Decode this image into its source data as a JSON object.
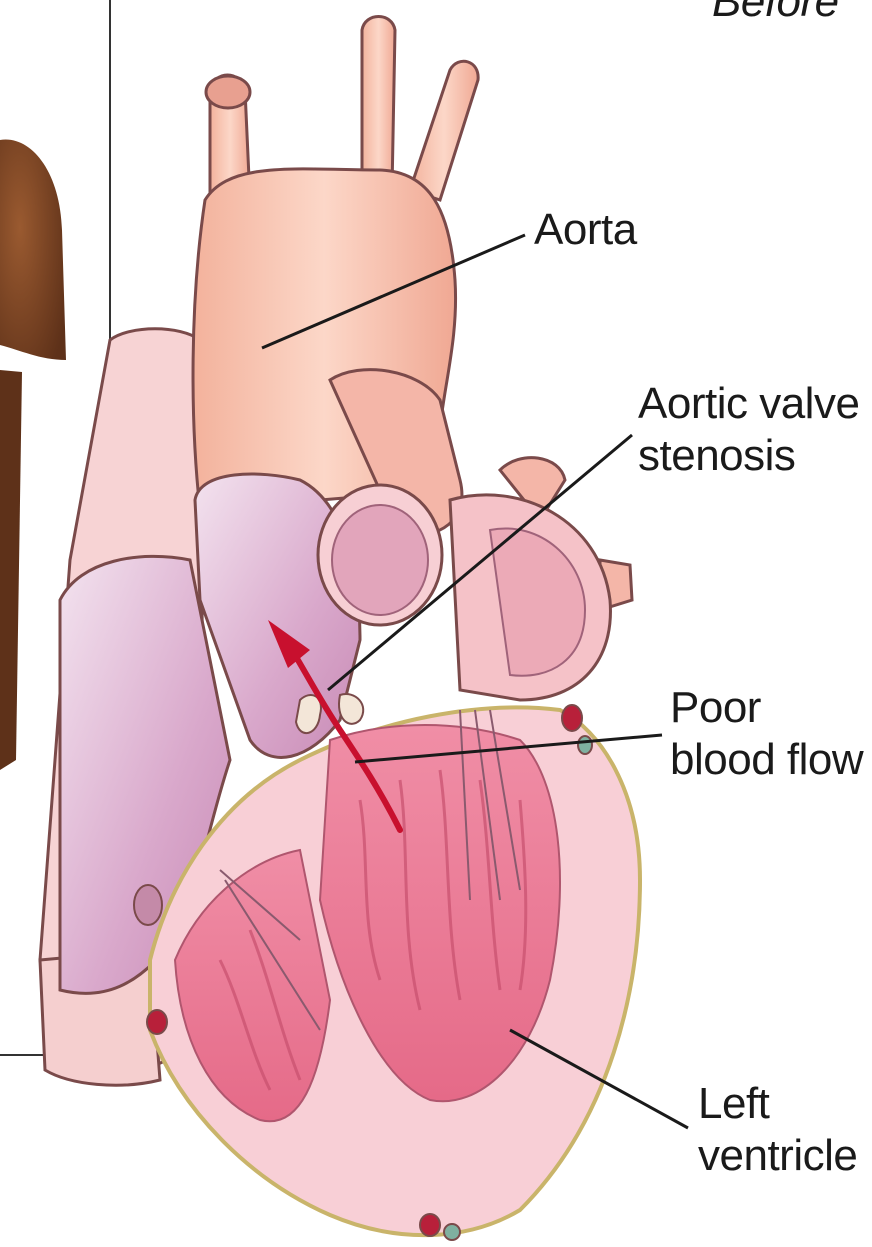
{
  "header": {
    "before": "Before"
  },
  "labels": {
    "aorta": "Aorta",
    "aortic_valve": {
      "line1": "Aortic valve",
      "line2": "stenosis"
    },
    "poor_blood_flow": {
      "line1": "Poor",
      "line2": "blood flow"
    },
    "left_ventricle": {
      "line1": "Left",
      "line2": "ventricle"
    }
  },
  "colors": {
    "heart_outer": "#f7c9c9",
    "heart_inner": "#e98aa0",
    "aorta": "#f8c4b0",
    "chamber_inner": "#c98bb7",
    "arrow": "#c8102e",
    "skin": "#7a4526",
    "leader": "#1a1a1a"
  }
}
